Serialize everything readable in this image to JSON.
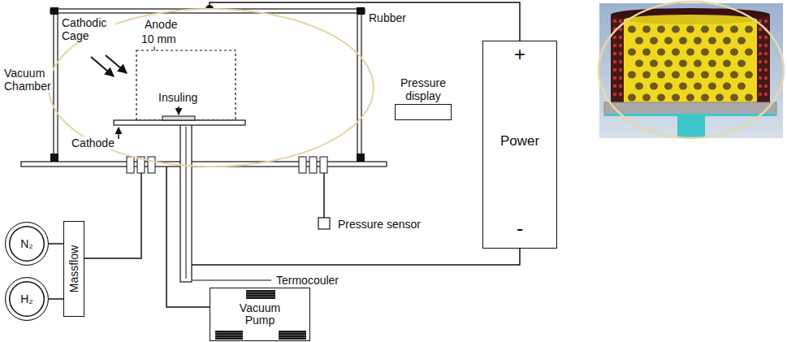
{
  "diagram": {
    "nodes": [
      {
        "text": [
          "Pressure display"
        ]
      },
      {
        "text": [
          "+",
          "Power",
          "-"
        ]
      },
      {
        "text": [
          "N₂"
        ]
      },
      {
        "text": [
          "H₂"
        ]
      },
      {
        "text": [
          "Massflow"
        ]
      },
      {
        "text": [
          "Vacuum Pump"
        ]
      }
    ],
    "edges": [
      {
        "from": 2,
        "to": 4,
        "arrow": "none"
      },
      {
        "from": 3,
        "to": 4,
        "arrow": "none"
      }
    ],
    "labels": [
      "Cathodic Cage",
      "Anode",
      "10 mm",
      "Rubber",
      "Vacuum Chamber",
      "Insuling",
      "Cathode",
      "Pressure sensor",
      "Termocouler"
    ]
  }
}
